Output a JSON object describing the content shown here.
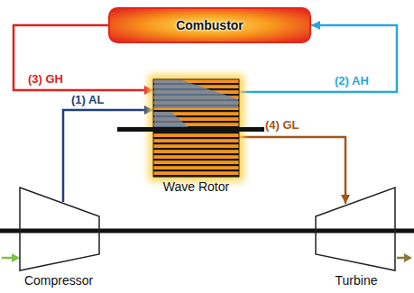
{
  "diagram": {
    "nodes": [
      {
        "text": [
          "Combustor"
        ]
      },
      {
        "text": [
          "Wave Rotor"
        ]
      },
      {
        "text": [
          "Compressor"
        ]
      },
      {
        "text": [
          "Turbine"
        ]
      }
    ],
    "edges": [
      {
        "from": 2,
        "to": 1,
        "arrow": "to",
        "label": "(1) AL"
      },
      {
        "from": 1,
        "to": 0,
        "arrow": "to",
        "label": "(2) AH"
      },
      {
        "from": 0,
        "to": 1,
        "arrow": "to",
        "label": "(3) GH"
      },
      {
        "from": 1,
        "to": 3,
        "arrow": "to",
        "label": "(4) GL"
      }
    ]
  }
}
